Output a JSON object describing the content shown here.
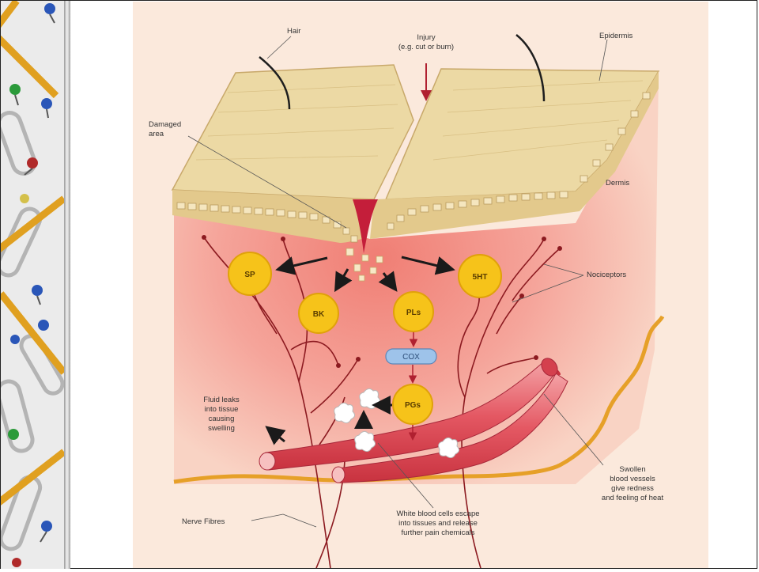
{
  "diagram": {
    "labels": {
      "hair": "Hair",
      "injury_line1": "Injury",
      "injury_line2": "(e.g. cut or burn)",
      "epidermis": "Epidermis",
      "damaged_line1": "Damaged",
      "damaged_line2": "area",
      "dermis": "Dermis",
      "nociceptors": "Nociceptors",
      "fluid_line1": "Fluid leaks",
      "fluid_line2": "into tissue",
      "fluid_line3": "causing",
      "fluid_line4": "swelling",
      "swollen_line1": "Swollen",
      "swollen_line2": "blood vessels",
      "swollen_line3": "give redness",
      "swollen_line4": "and feeling of heat",
      "nerve": "Nerve Fibres",
      "wbc_line1": "White blood cells escape",
      "wbc_line2": "into tissues and release",
      "wbc_line3": "further pain chemicals"
    },
    "chemicals": {
      "sp": "SP",
      "bk": "BK",
      "pls": "PLs",
      "sht": "5HT",
      "cox": "COX",
      "pgs": "PGs"
    },
    "colors": {
      "skin_surface": "#ecd9a4",
      "tissue": "#f2a898",
      "chemical_circle": "#f6c31a",
      "cox_box": "#9ec3ea",
      "nerve": "#8c1a20",
      "vessel": "#d9454f",
      "border_line": "#e6a028"
    }
  }
}
